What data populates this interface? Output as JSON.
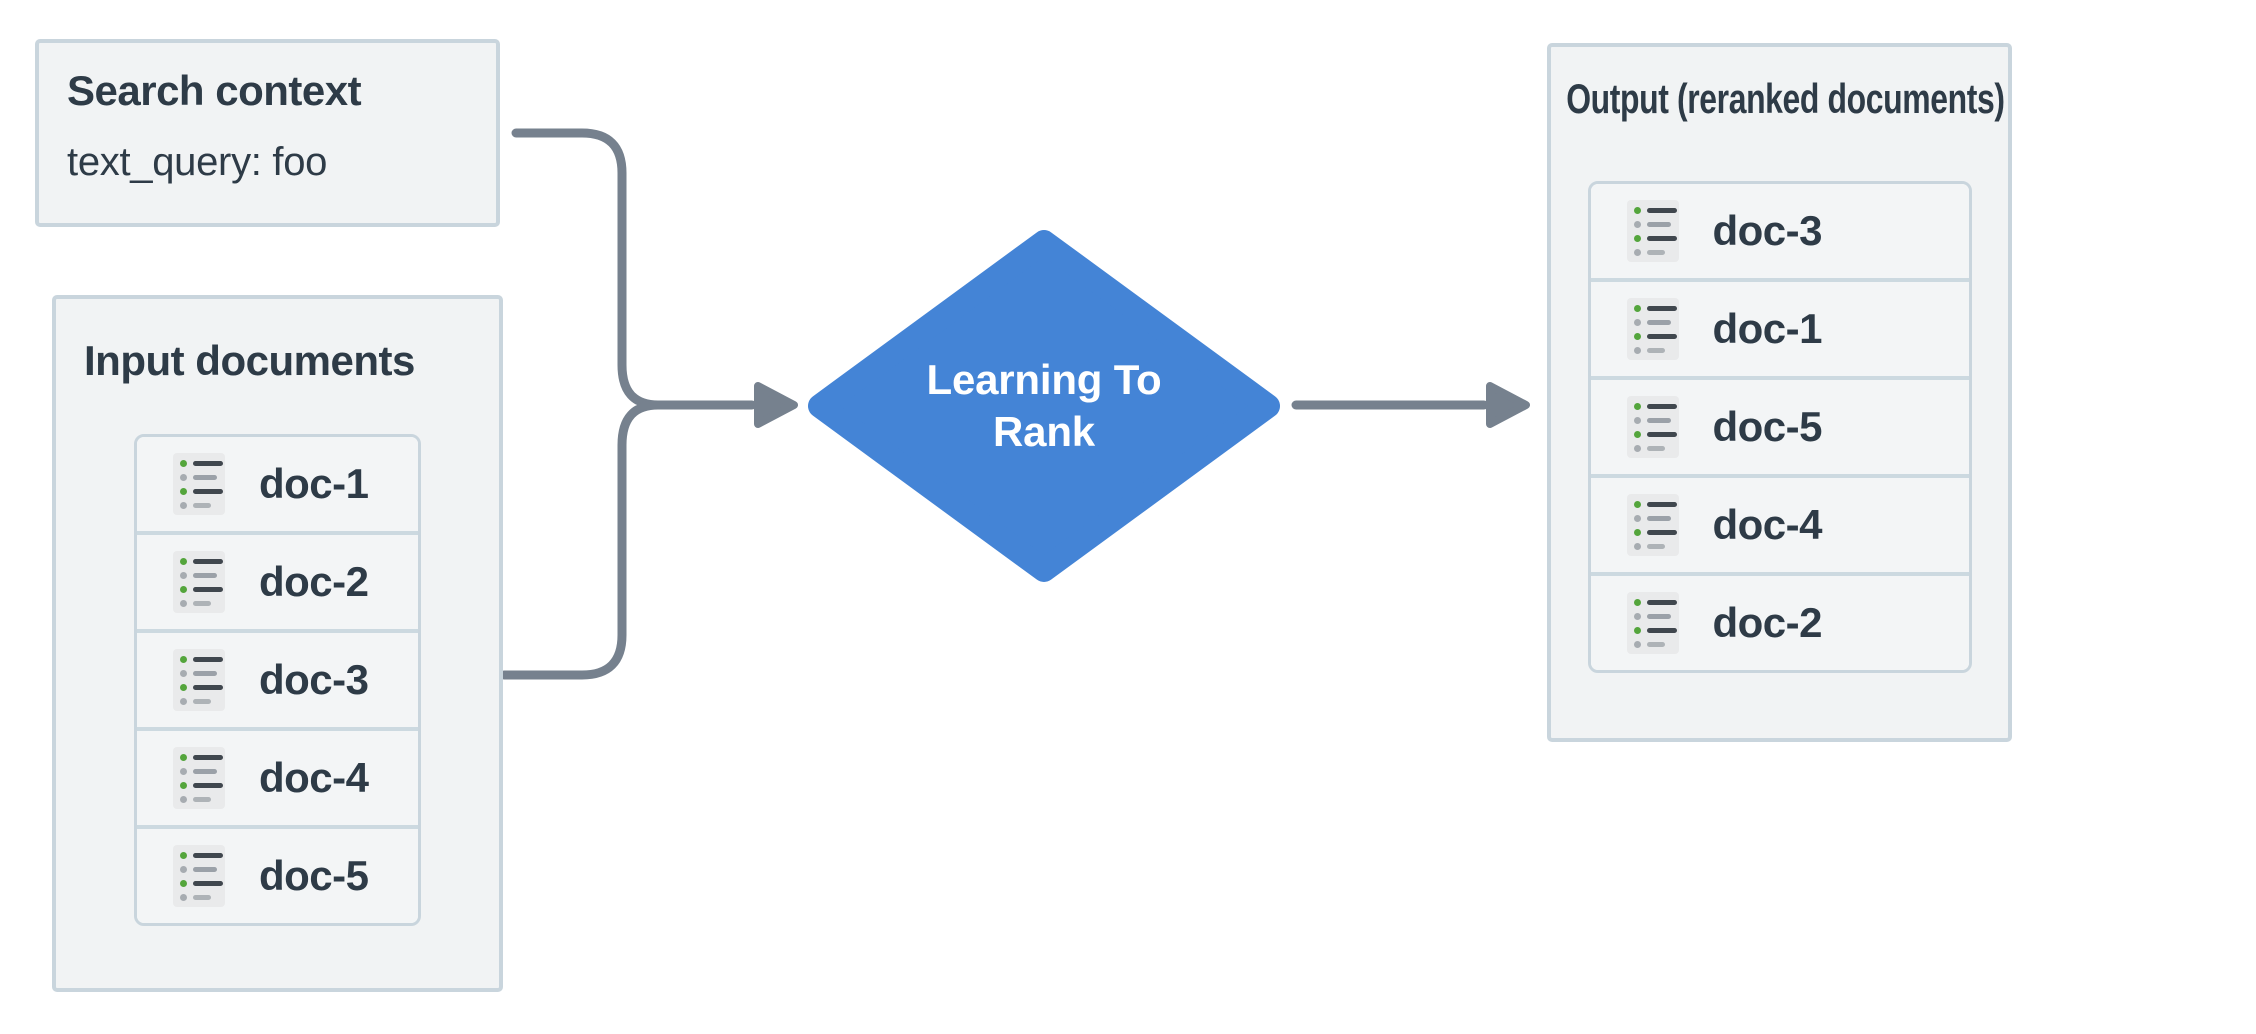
{
  "colors": {
    "accent-blue": "#4484d6",
    "arrow-gray": "#76818e",
    "panel-bg": "#f1f3f4",
    "panel-border": "#c9d5dd",
    "row-bg": "#f3f5f6",
    "row-border": "#ccd9e0",
    "text-dark": "#2e3b47",
    "icon-bg": "#e9eaeb",
    "icon-green": "#54a53c",
    "icon-gray": "#a7acb1",
    "icon-line-dark": "#40474e",
    "icon-line-gray": "#9ba1a8",
    "icon-line-light": "#aeb3b7"
  },
  "search_panel": {
    "title": "Search context",
    "query": "text_query: foo"
  },
  "input_panel": {
    "title": "Input documents",
    "docs": [
      "doc-1",
      "doc-2",
      "doc-3",
      "doc-4",
      "doc-5"
    ]
  },
  "process": {
    "label_line1": "Learning To",
    "label_line2": "Rank"
  },
  "output_panel": {
    "title": "Output (reranked documents)",
    "docs": [
      "doc-3",
      "doc-1",
      "doc-5",
      "doc-4",
      "doc-2"
    ]
  }
}
